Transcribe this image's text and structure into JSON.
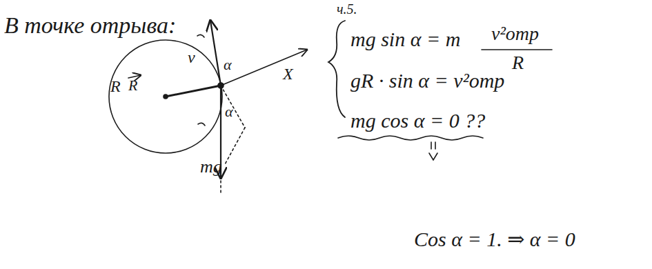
{
  "diagram": {
    "labels": [
      "В точке отрыва:",
      "ч.5.",
      "mg sin α = m",
      "v²отр",
      "R",
      "gR · sin α = v²отр",
      "mg cos α = 0 ??",
      "Cos α = 1. ⇒ α = 0",
      "R",
      "R",
      "v",
      "α",
      "α",
      "mg",
      "X"
    ]
  }
}
